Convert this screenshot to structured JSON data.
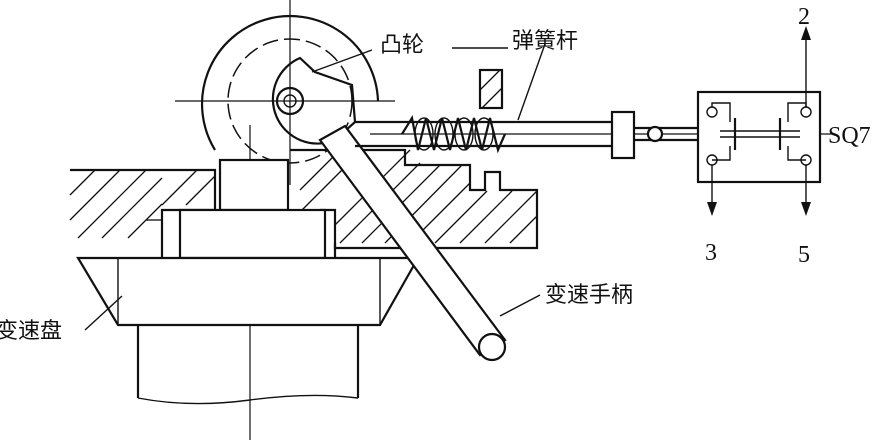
{
  "labels": {
    "cam": "凸轮",
    "spring_rod": "弹簧杆",
    "speed_disc": "变速盘",
    "shift_handle": "变速手柄",
    "switch": "SQ7"
  },
  "terminals": {
    "t2": "2",
    "t3": "3",
    "t5": "5"
  }
}
